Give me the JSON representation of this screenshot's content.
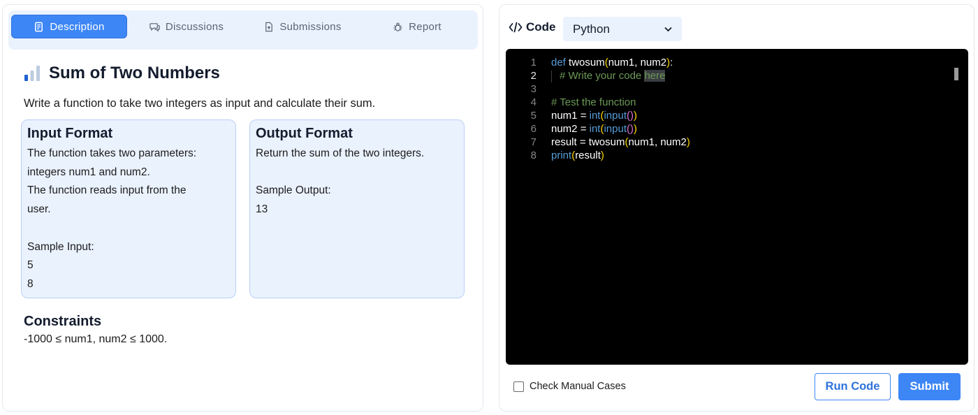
{
  "tabs": [
    {
      "label": "Description",
      "icon": "document-icon",
      "active": true
    },
    {
      "label": "Discussions",
      "icon": "chat-icon",
      "active": false
    },
    {
      "label": "Submissions",
      "icon": "file-upload-icon",
      "active": false
    },
    {
      "label": "Report",
      "icon": "bug-icon",
      "active": false
    }
  ],
  "problem": {
    "title": "Sum of Two Numbers",
    "description": "Write a function to take two integers as input and calculate their sum.",
    "input_format": {
      "heading": "Input Format",
      "lines": [
        "The function takes two parameters:",
        "integers num1 and num2.",
        "The function reads input from the",
        "user.",
        "",
        "Sample Input:",
        "5",
        "8"
      ]
    },
    "output_format": {
      "heading": "Output Format",
      "lines": [
        "Return the sum of the two integers.",
        "",
        "Sample Output:",
        "13"
      ]
    },
    "constraints": {
      "heading": "Constraints",
      "text": "-1000 ≤ num1, num2 ≤ 1000."
    }
  },
  "editor": {
    "label": "Code",
    "language": "Python",
    "line_numbers": [
      "1",
      "2",
      "3",
      "4",
      "5",
      "6",
      "7",
      "8"
    ],
    "current_line": "2",
    "lines": [
      "def twosum(num1, num2):",
      "  # Write your code here",
      "",
      "# Test the function",
      "num1 = int(input())",
      "num2 = int(input())",
      "result = twosum(num1, num2)",
      "print(result)"
    ],
    "tokens": {
      "l1": {
        "kw": "def",
        "fn": "twosum",
        "p_open": "(",
        "args": "num1, num2",
        "p_close": ")",
        "colon": ":"
      },
      "l2": {
        "comment_a": "# Write your code ",
        "comment_b": "here"
      },
      "l4": {
        "comment": "# Test the function"
      },
      "l5": {
        "var": "num1 = ",
        "f1": "int",
        "p1": "(",
        "f2": "input",
        "p2": "()",
        "p3": ")"
      },
      "l6": {
        "var": "num2 = ",
        "f1": "int",
        "p1": "(",
        "f2": "input",
        "p2": "()",
        "p3": ")"
      },
      "l7": {
        "var": "result = twosum",
        "p1": "(",
        "args": "num1, num2",
        "p2": ")"
      },
      "l8": {
        "f1": "print",
        "p1": "(",
        "arg": "result",
        "p2": ")"
      }
    }
  },
  "footer": {
    "manual_cases_label": "Check Manual Cases",
    "run_label": "Run Code",
    "submit_label": "Submit"
  },
  "colors": {
    "accent": "#3d86f6",
    "tab_bar_bg": "#eaf2fe",
    "editor_bg": "#000000"
  }
}
